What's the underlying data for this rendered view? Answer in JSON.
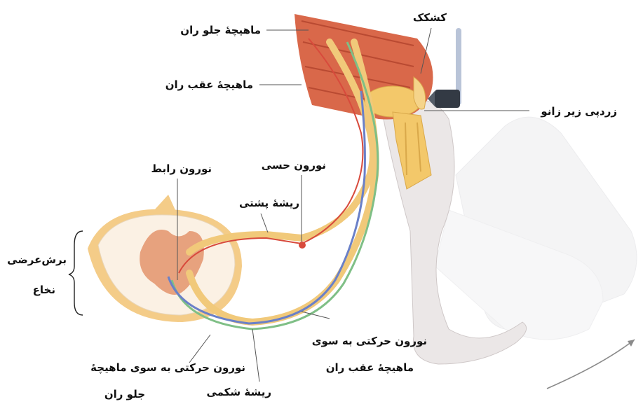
{
  "labels": {
    "thigh_front_muscle": "ماهیچهٔ جلو ران",
    "thigh_back_muscle": "ماهیچهٔ عقب ران",
    "kneecap": "کشکک",
    "patellar_tendon": "زردپی زیر زانو",
    "interneuron": "نورون رابط",
    "sensory_neuron": "نورون حسی",
    "dorsal_root": "ریشهٔ پشتی",
    "cross_section_line1": "برش‌عرضی",
    "cross_section_line2": "نخاع",
    "motor_back_line1": "نورون حرکتی به سوی",
    "motor_back_line2": "ماهیچهٔ عقب ران",
    "motor_front_line1": "نورون حرکتی به سوی ماهیچهٔ",
    "motor_front_line2": "جلو ران",
    "ventral_root": "ریشهٔ شکمی"
  },
  "colors": {
    "muscle": "#d9684a",
    "bone": "#f3c86a",
    "skin": "#ece8e8",
    "sensory": "#d84a3c",
    "motor_front": "#7fbf86",
    "motor_back": "#6a80c8",
    "cord_white": "#fbf1e4",
    "cord_gray": "#e7a27e"
  }
}
